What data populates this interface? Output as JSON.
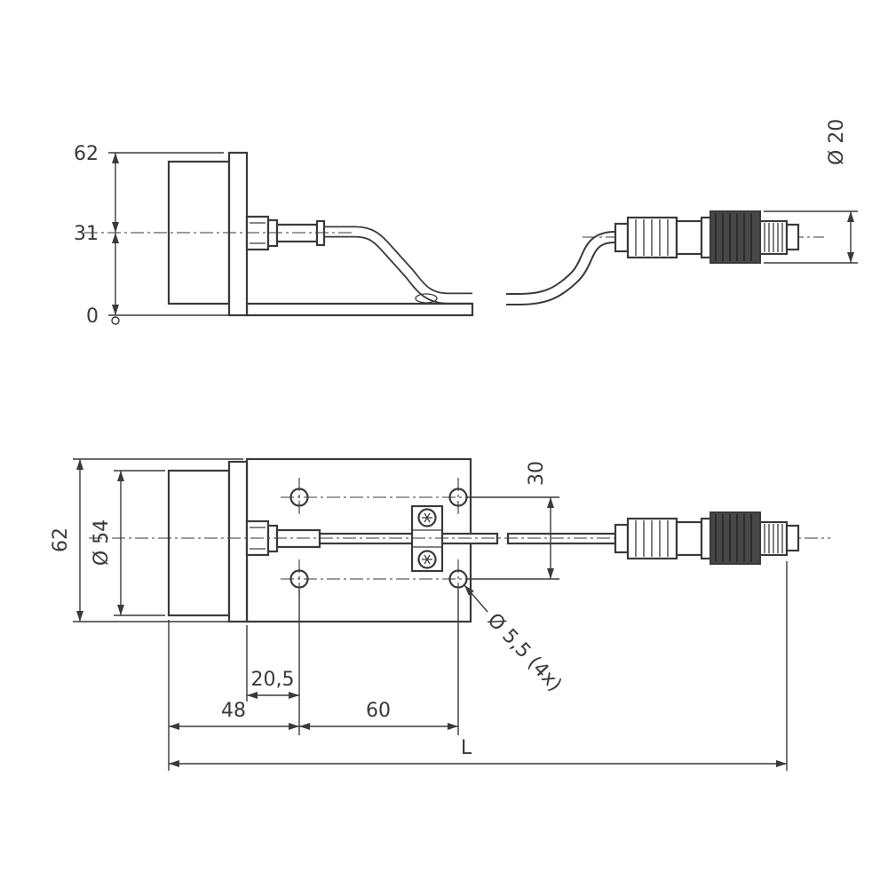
{
  "meta": {
    "type": "technical-dimensional-drawing",
    "line_color": "#3a3a3a",
    "background": "#ffffff",
    "dark_part_color": "#474747"
  },
  "side_view": {
    "dim_62": "62",
    "dim_31": "31",
    "dim_0": "0",
    "dim_dia20": "Ø 20"
  },
  "plan_view": {
    "dim_62": "62",
    "dim_dia54": "Ø 54",
    "dim_30": "30",
    "dim_holes": "Ø 5,5 (4x)",
    "dim_20_5": "20,5",
    "dim_48": "48",
    "dim_60": "60",
    "dim_L": "L"
  }
}
